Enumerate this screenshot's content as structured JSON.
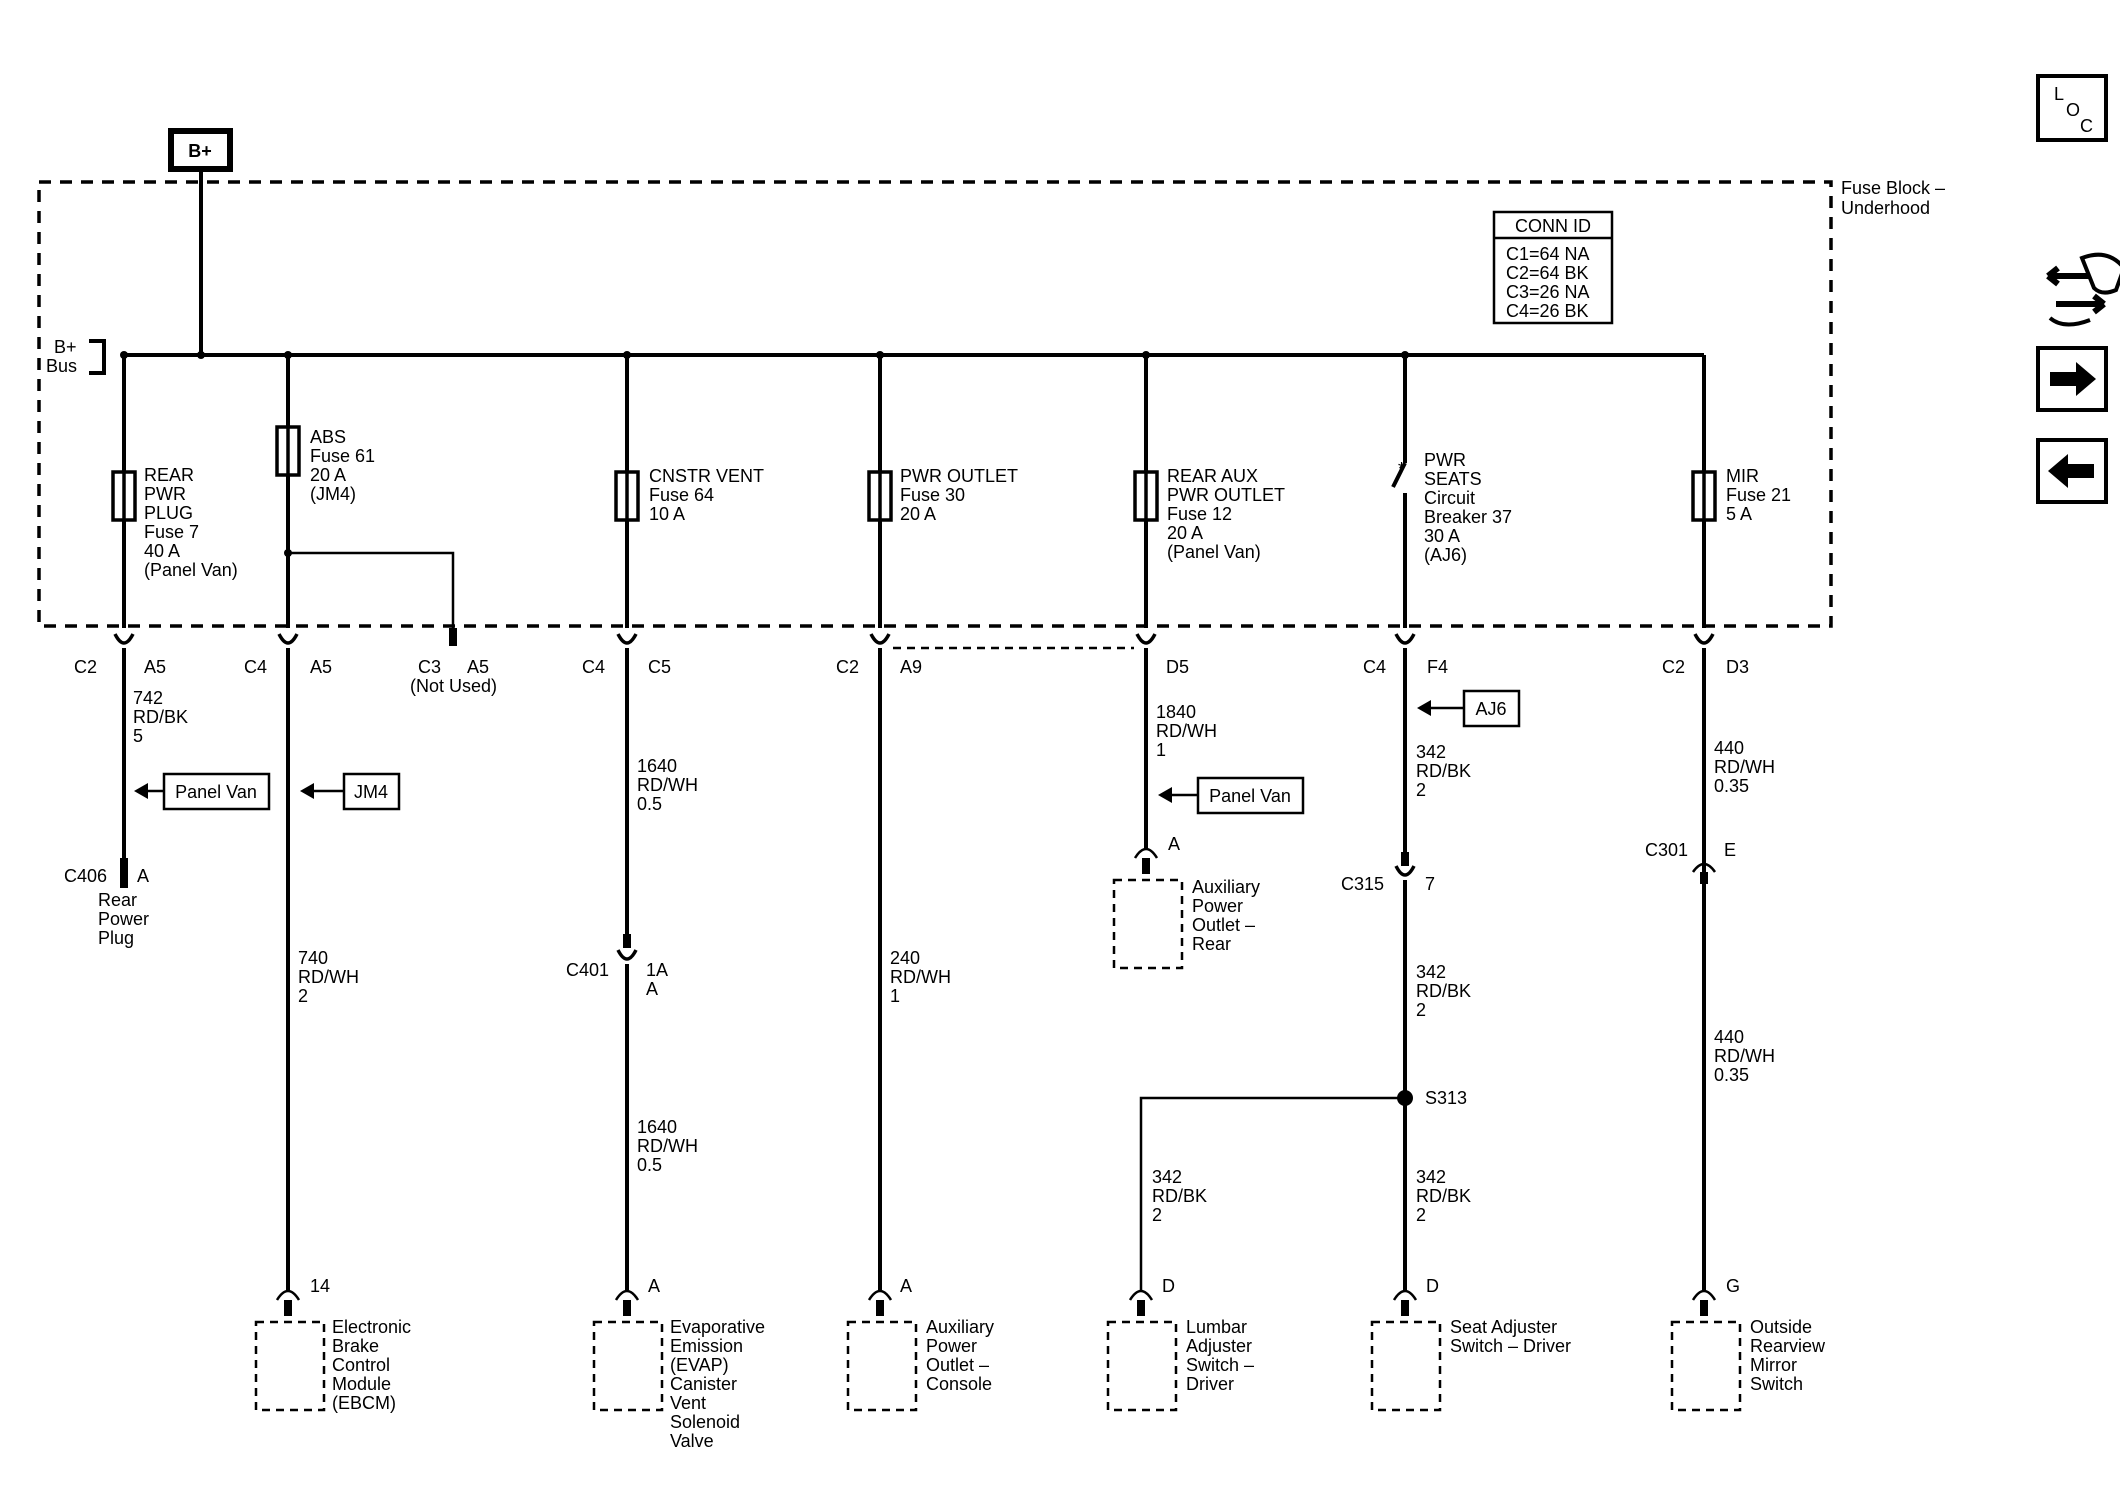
{
  "power": {
    "bplus": "B+",
    "bus": [
      "B+",
      "Bus"
    ]
  },
  "fuse_block": [
    "Fuse Block –",
    "Underhood"
  ],
  "conn_id": {
    "title": "CONN ID",
    "rows": [
      "C1=64 NA",
      "C2=64 BK",
      "C3=26 NA",
      "C4=26 BK"
    ]
  },
  "side_icons": {
    "loc": [
      "L",
      "O",
      "C"
    ]
  },
  "fuses": {
    "rear_pwr_plug": [
      "REAR",
      "PWR",
      "PLUG",
      "Fuse 7",
      "40 A",
      "(Panel Van)"
    ],
    "abs": [
      "ABS",
      "Fuse 61",
      "20 A",
      "(JM4)"
    ],
    "cnstr_vent": [
      "CNSTR VENT",
      "Fuse 64",
      "10 A"
    ],
    "pwr_outlet": [
      "PWR OUTLET",
      "Fuse 30",
      "20 A"
    ],
    "rear_aux": [
      "REAR AUX",
      "PWR OUTLET",
      "Fuse 12",
      "20 A",
      "(Panel Van)"
    ],
    "pwr_seats": [
      "PWR",
      "SEATS",
      "Circuit",
      "Breaker 37",
      "30 A",
      "(AJ6)"
    ],
    "mir": [
      "MIR",
      "Fuse 21",
      "5 A"
    ]
  },
  "connectors": {
    "c2_a5": [
      "C2",
      "A5"
    ],
    "c4_a5": [
      "C4",
      "A5"
    ],
    "c3_a5": [
      "C3",
      "A5",
      "(Not Used)"
    ],
    "c4_c5": [
      "C4",
      "C5"
    ],
    "c2_a9": [
      "C2",
      "A9"
    ],
    "d5": "D5",
    "c4_f4": [
      "C4",
      "F4"
    ],
    "c2_d3": [
      "C2",
      "D3"
    ],
    "c406": [
      "C406",
      "A"
    ],
    "c401": [
      "C401",
      "1A",
      "A"
    ],
    "c315": [
      "C315",
      "7"
    ],
    "c301": [
      "C301",
      "E"
    ],
    "aux_rear_pin": "A",
    "s313": "S313"
  },
  "wires": {
    "w742": [
      "742",
      "RD/BK",
      "5"
    ],
    "w740": [
      "740",
      "RD/WH",
      "2"
    ],
    "w1640a": [
      "1640",
      "RD/WH",
      "0.5"
    ],
    "w1640b": [
      "1640",
      "RD/WH",
      "0.5"
    ],
    "w240": [
      "240",
      "RD/WH",
      "1"
    ],
    "w1840": [
      "1840",
      "RD/WH",
      "1"
    ],
    "w342a": [
      "342",
      "RD/BK",
      "2"
    ],
    "w342b": [
      "342",
      "RD/BK",
      "2"
    ],
    "w342c": [
      "342",
      "RD/BK",
      "2"
    ],
    "w342d": [
      "342",
      "RD/BK",
      "2"
    ],
    "w440a": [
      "440",
      "RD/WH",
      "0.35"
    ],
    "w440b": [
      "440",
      "RD/WH",
      "0.35"
    ]
  },
  "options": {
    "panel_van_1": "Panel Van",
    "jm4": "JM4",
    "panel_van_2": "Panel Van",
    "aj6": "AJ6"
  },
  "components": {
    "rear_power_plug": [
      "Rear",
      "Power",
      "Plug"
    ],
    "aux_power_outlet_rear": [
      "Auxiliary",
      "Power",
      "Outlet –",
      "Rear"
    ],
    "ebcm": {
      "pin": "14",
      "name": [
        "Electronic",
        "Brake",
        "Control",
        "Module",
        "(EBCM)"
      ]
    },
    "evap": {
      "pin": "A",
      "name": [
        "Evaporative",
        "Emission",
        "(EVAP)",
        "Canister",
        "Vent",
        "Solenoid",
        "Valve"
      ]
    },
    "aux_console": {
      "pin": "A",
      "name": [
        "Auxiliary",
        "Power",
        "Outlet –",
        "Console"
      ]
    },
    "lumbar": {
      "pin": "D",
      "name": [
        "Lumbar",
        "Adjuster",
        "Switch –",
        "Driver"
      ]
    },
    "seat_adjuster": {
      "pin": "D",
      "name": [
        "Seat Adjuster",
        "Switch – Driver"
      ]
    },
    "mirror_switch": {
      "pin": "G",
      "name": [
        "Outside",
        "Rearview",
        "Mirror",
        "Switch"
      ]
    }
  }
}
